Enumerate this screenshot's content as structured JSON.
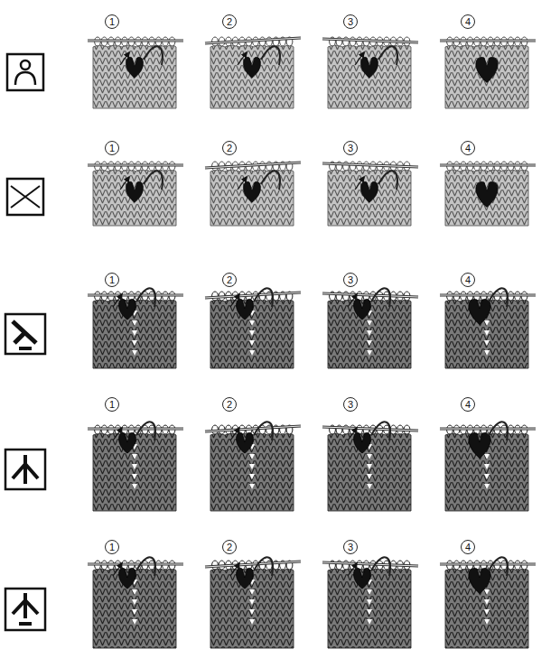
{
  "diagram": {
    "labels": [
      "1",
      "2",
      "3",
      "4",
      "1",
      "2",
      "3",
      "4",
      "1",
      "2",
      "3",
      "4",
      "1",
      "2",
      "3",
      "4",
      "1",
      "2",
      "3",
      "4"
    ]
  }
}
